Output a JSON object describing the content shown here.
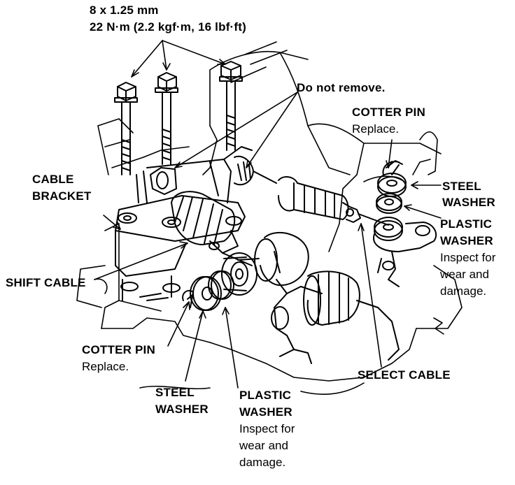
{
  "torque": {
    "size": "8 x 1.25 mm",
    "value": "22 N·m (2.2 kgf·m, 16 lbf·ft)"
  },
  "labels": {
    "do_not_remove": "Do not remove.",
    "cable_bracket_1": "CABLE",
    "cable_bracket_2": "BRACKET",
    "shift_cable": "SHIFT CABLE",
    "select_cable": "SELECT CABLE",
    "cotter_pin_right": "COTTER PIN",
    "cotter_pin_right_note": "Replace.",
    "steel_washer_right_1": "STEEL",
    "steel_washer_right_2": "WASHER",
    "plastic_washer_right_1": "PLASTIC",
    "plastic_washer_right_2": "WASHER",
    "plastic_washer_right_note_1": "Inspect for",
    "plastic_washer_right_note_2": "wear and",
    "plastic_washer_right_note_3": "damage.",
    "cotter_pin_left": "COTTER PIN",
    "cotter_pin_left_note": "Replace.",
    "steel_washer_left_1": "STEEL",
    "steel_washer_left_2": "WASHER",
    "plastic_washer_left_1": "PLASTIC",
    "plastic_washer_left_2": "WASHER",
    "plastic_washer_left_note_1": "Inspect for",
    "plastic_washer_left_note_2": "wear and",
    "plastic_washer_left_note_3": "damage."
  },
  "colors": {
    "ink": "#000000",
    "paper": "#ffffff"
  }
}
